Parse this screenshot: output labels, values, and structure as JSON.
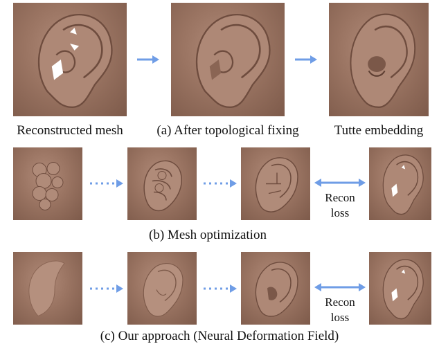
{
  "row1": {
    "captions": [
      "Reconstructed mesh",
      "(a) After topological fixing",
      "Tutte embedding"
    ]
  },
  "row2": {
    "loss_label_line1": "Recon",
    "loss_label_line2": "loss",
    "caption": "(b) Mesh optimization"
  },
  "row3": {
    "loss_label_line1": "Recon",
    "loss_label_line2": "loss",
    "caption": "(c) Our approach (Neural Deformation Field)"
  },
  "colors": {
    "arrow": "#6f9de6",
    "mesh": "#9a7462",
    "mesh_dark": "#6e4c3e",
    "mesh_light": "#c6a391"
  }
}
